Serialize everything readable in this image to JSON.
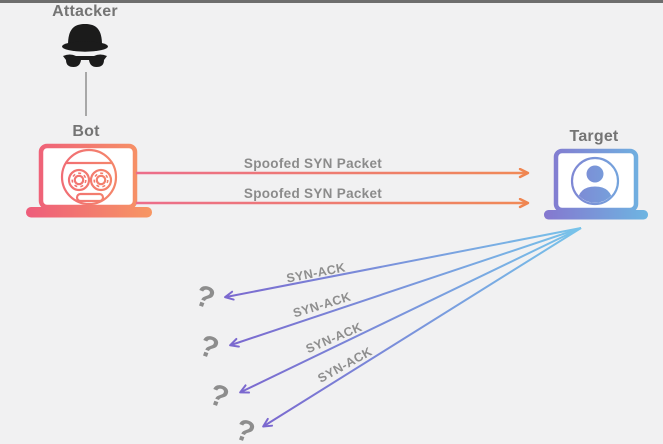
{
  "diagram": {
    "title_hint": "SYN flood DDoS attack diagram",
    "attacker": {
      "label": "Attacker",
      "icon": "spy-hat-mask-icon"
    },
    "bot": {
      "label": "Bot",
      "icon": "robot-laptop-icon"
    },
    "target": {
      "label": "Target",
      "icon": "user-laptop-icon"
    },
    "syn_packets": [
      {
        "label": "Spoofed SYN Packet"
      },
      {
        "label": "Spoofed SYN Packet"
      }
    ],
    "syn_acks": [
      {
        "label": "SYN-ACK"
      },
      {
        "label": "SYN-ACK"
      },
      {
        "label": "SYN-ACK"
      },
      {
        "label": "SYN-ACK"
      }
    ],
    "spoofed_hosts": [
      {
        "symbol": "?"
      },
      {
        "symbol": "?"
      },
      {
        "symbol": "?"
      },
      {
        "symbol": "?"
      }
    ],
    "colors": {
      "background": "#f1f1f2",
      "top_border": "#6e6e6e",
      "attacker_icon": "#1b1b1b",
      "bot_gradient_start": "#ee5c7b",
      "bot_gradient_end": "#f79763",
      "syn_arrow_start": "#ec6d8b",
      "syn_arrow_end": "#f08a56",
      "target_gradient_start": "#8577cf",
      "target_gradient_end": "#6db6e2",
      "ack_arrow_blue": "#78c4ea",
      "ack_arrow_purple": "#7b68cf",
      "heading_text": "#747474",
      "label_text": "#8b8b8b"
    }
  }
}
